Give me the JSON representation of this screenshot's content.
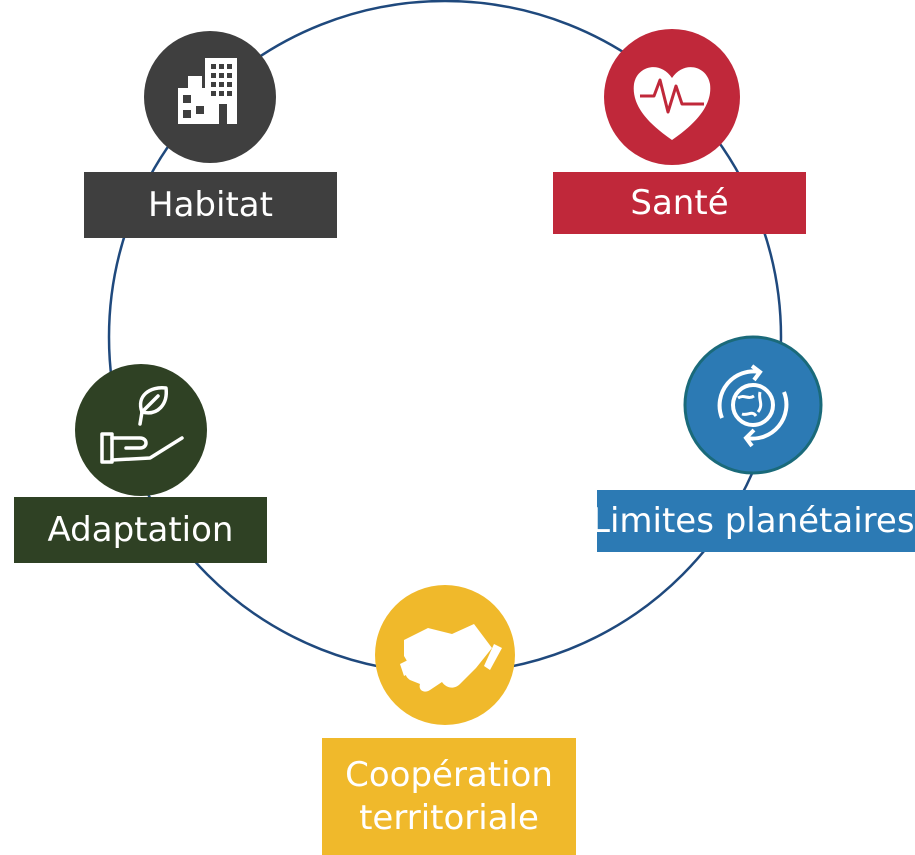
{
  "diagram": {
    "colors": {
      "ring": "#1f497d",
      "habitat": "#3f3f3f",
      "sante": "#c0283a",
      "limites": "#2c7ab4",
      "adaptation": "#2f4124",
      "cooperation": "#f0b92b"
    },
    "nodes": [
      {
        "id": "habitat",
        "label": "Habitat",
        "icon": "building-icon"
      },
      {
        "id": "sante",
        "label": "Santé",
        "icon": "heart-pulse-icon"
      },
      {
        "id": "limites",
        "label": "Limites planétaires",
        "icon": "globe-cycle-icon"
      },
      {
        "id": "cooperation",
        "label_lines": [
          "Coopération",
          "territoriale"
        ],
        "icon": "handshake-icon"
      },
      {
        "id": "adaptation",
        "label": "Adaptation",
        "icon": "leaf-hand-icon"
      }
    ]
  }
}
